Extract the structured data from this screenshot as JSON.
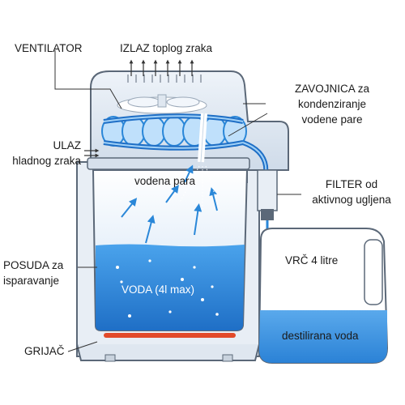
{
  "labels": {
    "ventilator": "VENTILATOR",
    "izlaz": "IZLAZ toplog zraka",
    "zavojnica_1": "ZAVOJNICA za",
    "zavojnica_2": "kondenziranje",
    "zavojnica_3": "vodene pare",
    "ulaz_1": "ULAZ",
    "ulaz_2": "hladnog zraka",
    "filter_1": "FILTER od",
    "filter_2": "aktivnog ugljena",
    "posuda_1": "POSUDA za",
    "posuda_2": "isparavanje",
    "grijac": "GRIJAČ",
    "vodena_para": "vodena para",
    "voda": "VODA (4l max)",
    "vrc": "VRČ 4 litre",
    "destilirana": "destilirana voda"
  },
  "colors": {
    "water": "#2f8ee0",
    "water_light": "#cfe3f8",
    "body": "#e9eff6",
    "lid": "#dfe7f2",
    "outline": "#5b6878",
    "coil": "#2a87d8",
    "coil_light": "#9fd0f7",
    "heater": "#e24a2a",
    "distilled": "#3a96e2"
  }
}
